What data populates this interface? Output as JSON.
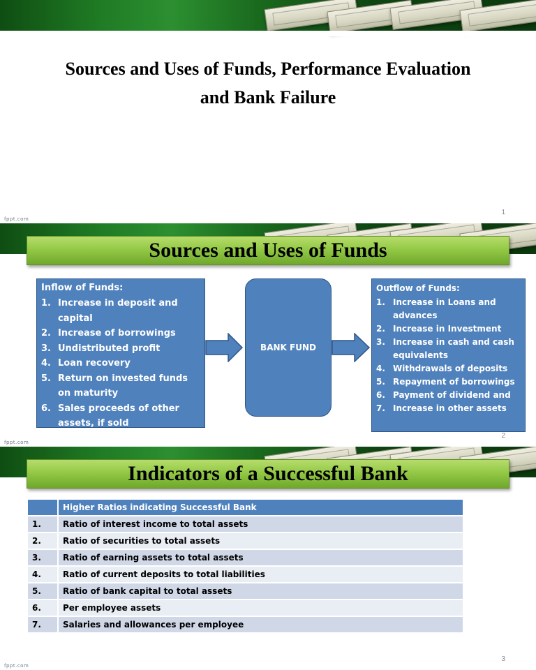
{
  "footer": {
    "brand": "fppt.com"
  },
  "slides": [
    {
      "page_number": "1",
      "title_line1": "Sources and Uses of Funds, Performance Evaluation",
      "title_line2": "and Bank Failure"
    },
    {
      "page_number": "2",
      "title": "Sources and Uses of Funds",
      "inflow": {
        "heading": "Inflow of Funds:",
        "items": [
          {
            "num": "1.",
            "text": "Increase in deposit and capital"
          },
          {
            "num": "2.",
            "text": "Increase of borrowings"
          },
          {
            "num": "3.",
            "text": "Undistributed profit"
          },
          {
            "num": "4.",
            "text": "Loan recovery"
          },
          {
            "num": "5.",
            "text": "Return on invested funds on maturity"
          },
          {
            "num": "6.",
            "text": "Sales proceeds of other assets, if sold"
          }
        ]
      },
      "center_label": "BANK FUND",
      "outflow": {
        "heading": "Outflow of Funds:",
        "items": [
          {
            "num": "1.",
            "text": "Increase in Loans and advances"
          },
          {
            "num": "2.",
            "text": "Increase in Investment"
          },
          {
            "num": "3.",
            "text": "Increase in cash and cash equivalents"
          },
          {
            "num": "4.",
            "text": "Withdrawals of deposits"
          },
          {
            "num": "5.",
            "text": "Repayment of borrowings"
          },
          {
            "num": "6.",
            "text": "Payment of dividend and"
          },
          {
            "num": "7.",
            "text": "Increase in other assets"
          }
        ]
      },
      "colors": {
        "box_fill": "#4f81bd",
        "box_border": "#2e5587"
      }
    },
    {
      "page_number": "3",
      "title": "Indicators of a Successful Bank",
      "table": {
        "header": "Higher Ratios indicating Successful Bank",
        "rows": [
          {
            "num": "1.",
            "text": "Ratio of interest income to total assets"
          },
          {
            "num": "2.",
            "text": "Ratio of securities to total assets"
          },
          {
            "num": "3.",
            "text": "Ratio of earning assets to total assets"
          },
          {
            "num": "4.",
            "text": "Ratio of current deposits to total liabilities"
          },
          {
            "num": "5.",
            "text": "Ratio of bank capital to total assets"
          },
          {
            "num": "6.",
            "text": "Per employee assets"
          },
          {
            "num": "7.",
            "text": "Salaries and allowances per employee"
          }
        ]
      },
      "colors": {
        "header_fill": "#4f81bd",
        "row_odd": "#d0d8e8",
        "row_even": "#e9edf4"
      }
    }
  ],
  "theme": {
    "banner_green": "#1f7a24",
    "title_bar_green": "#94c946"
  }
}
